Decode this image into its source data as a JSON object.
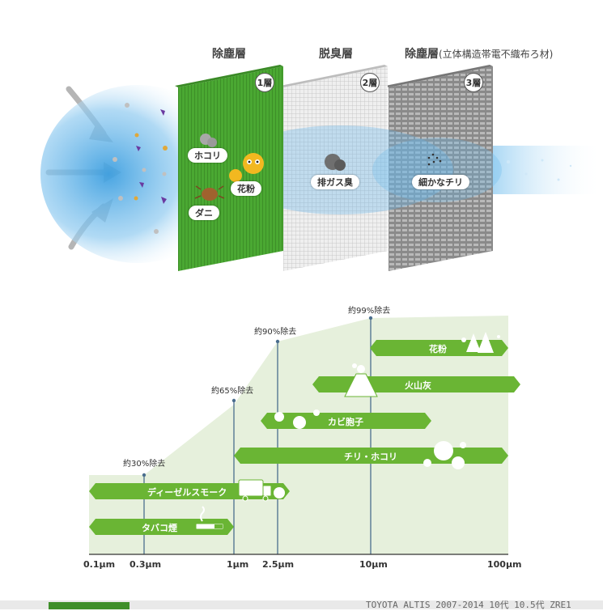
{
  "layers": {
    "layer1_title": "除塵層",
    "layer2_title": "脱臭層",
    "layer3_title": "除塵層",
    "layer3_note": "(立体構造帯電不織布ろ材)",
    "layer1_badge": "1層",
    "layer2_badge": "2層",
    "layer3_badge": "3層"
  },
  "particles": {
    "dust": "ホコリ",
    "pollen": "花粉",
    "mite": "ダニ",
    "exhaust_odor": "排ガス臭",
    "fine_dust": "細かなチリ"
  },
  "removal": {
    "p30": "約30%除去",
    "p65": "約65%除去",
    "p90": "約90%除去",
    "p99": "約99%除去"
  },
  "bars": {
    "pollen": "花粉",
    "volcanic_ash": "火山灰",
    "mold_spores": "カビ胞子",
    "dust": "チリ・ホコリ",
    "diesel_smoke": "ディーゼルスモーク",
    "tobacco_smoke": "タバコ煙"
  },
  "ticks": [
    "0.1μm",
    "0.3μm",
    "1μm",
    "2.5μm",
    "10μm",
    "100μm"
  ],
  "footer": "TOYOTA ALTIS 2007-2014 10代 10.5代 ZRE1",
  "colors": {
    "green_filter": "#4aa832",
    "bar_green": "#6ab534",
    "area_fill": "#e6f0dc",
    "axis": "#4b6e8e"
  }
}
